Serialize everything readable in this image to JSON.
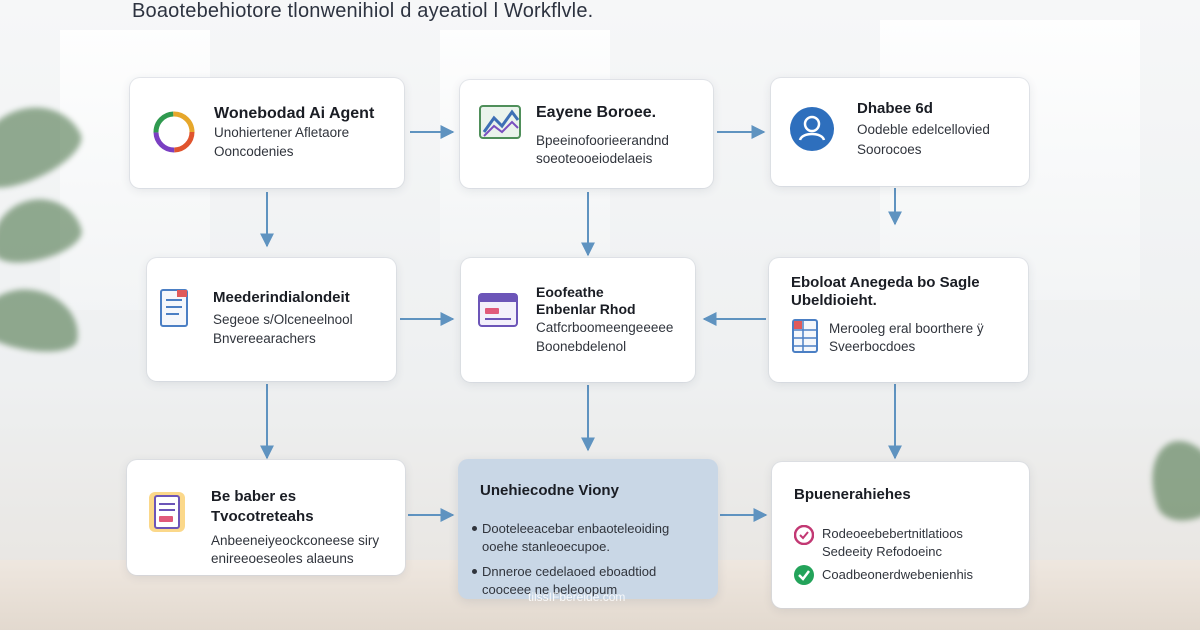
{
  "title": "Boaotebehiotore tlonwenihiol d ayeatiol l Workflvle.",
  "colors": {
    "arrow": "#5f93c0",
    "card": "#ffffff",
    "highlight": "#c9d7e6",
    "pink": "#c23873",
    "green": "#23a35a",
    "blue": "#2e6fbd"
  },
  "cards": [
    {
      "icon": "color-ring-icon",
      "heading": "Wonebodad Ai Agent",
      "lines": [
        "Unohiertener Afletaore",
        "Ooncodenies"
      ]
    },
    {
      "icon": "chart-icon",
      "heading": "Eayene Boroee.",
      "lines": [
        "Bpeeinofoorieerandnd",
        "soeoteooeiodelaeis"
      ]
    },
    {
      "icon": "user-avatar-icon",
      "heading": "Dhabee 6d",
      "lines": [
        "Oodeble edelcellovied",
        "Soorocoes"
      ]
    },
    {
      "icon": "document-icon",
      "heading": "Meederindialondeit",
      "lines": [
        "Segeoe s/Olceneelnool",
        "Bnvereearachers"
      ]
    },
    {
      "icon": "calendar-form-icon",
      "heading": "Eoofeathe",
      "heading2": "Enbenlar Rhod",
      "lines": [
        "Catfcrboomeengeeeee",
        "Boonebdelenol"
      ]
    },
    {
      "icon": "spreadsheet-icon",
      "heading": "Eboloat Anegeda bo Sagle",
      "heading2": "Ubeldioieht.",
      "lines": [
        "Merooleg eral boorthere ÿ",
        "Sveerbocdoes"
      ]
    },
    {
      "icon": "report-icon",
      "heading": "Be baber es",
      "heading2": "Tvocotreteahs",
      "lines": [
        "Anbeeneiyeockconeese siry",
        "enireeoeseoles alaeuns"
      ]
    },
    {
      "icon": "",
      "heading": "Unehiecodne Viony",
      "bullets": [
        "Dooteleeacebar enbaoteleoiding",
        "ooehe stanleoecupoe.",
        "Dnneroe cedelaoed eboadtiod",
        "cooceee ne beleoopum"
      ]
    },
    {
      "icon": "",
      "heading": "Bpuenerahiehes",
      "status": [
        {
          "icon": "alert-circle-icon",
          "text": "Rodeoeebebertnitlatioos",
          "text2": "Sedeeity Refodoeinc"
        },
        {
          "icon": "check-circle-icon",
          "text": "Coadbeonerdwebenienhis"
        }
      ]
    }
  ],
  "watermark": "tilssIFbereide.com"
}
